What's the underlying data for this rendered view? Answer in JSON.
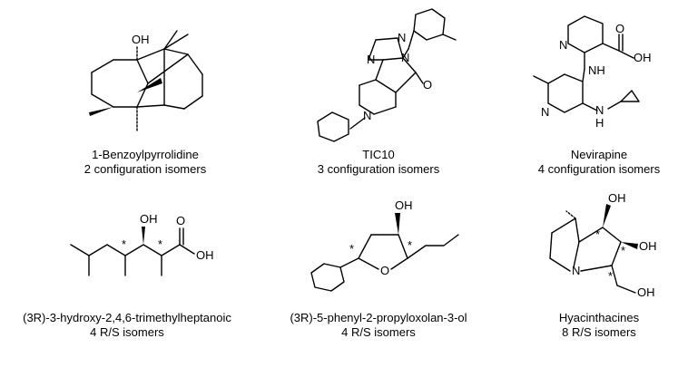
{
  "molecules": [
    {
      "name": "1-Benzoylpyrrolidine",
      "isomers": "2 configuration isomers",
      "atom_labels": {
        "oh": "OH"
      }
    },
    {
      "name": "TIC10",
      "isomers": "3 configuration isomers",
      "atom_labels": {
        "n1": "N",
        "n2": "N",
        "n3": "N",
        "n4": "N",
        "o": "O"
      }
    },
    {
      "name": "Nevirapine",
      "isomers": "4 configuration isomers",
      "atom_labels": {
        "n_top": "N",
        "o_carbonyl": "O",
        "oh": "OH",
        "nh_upper": "NH",
        "n_lower": "N",
        "nh_lower": "N",
        "h_lower": "H"
      }
    },
    {
      "name": "(3R)-3-hydroxy-2,4,6-trimethylheptanoic",
      "isomers": "4 R/S isomers",
      "atom_labels": {
        "oh_top": "OH",
        "o_carbonyl": "O",
        "oh_acid": "OH",
        "star1": "*",
        "star2": "*"
      }
    },
    {
      "name": "(3R)-5-phenyl-2-propyloxolan-3-ol",
      "isomers": "4 R/S isomers",
      "atom_labels": {
        "oh": "OH",
        "o_ring": "O",
        "star1": "*",
        "star2": "*"
      }
    },
    {
      "name": "Hyacinthacines",
      "isomers": "8 R/S isomers",
      "atom_labels": {
        "oh_top": "OH",
        "oh_right": "OH",
        "oh_bottom": "OH",
        "n": "N",
        "star1": "*",
        "star2": "*",
        "star3": "*"
      }
    }
  ]
}
